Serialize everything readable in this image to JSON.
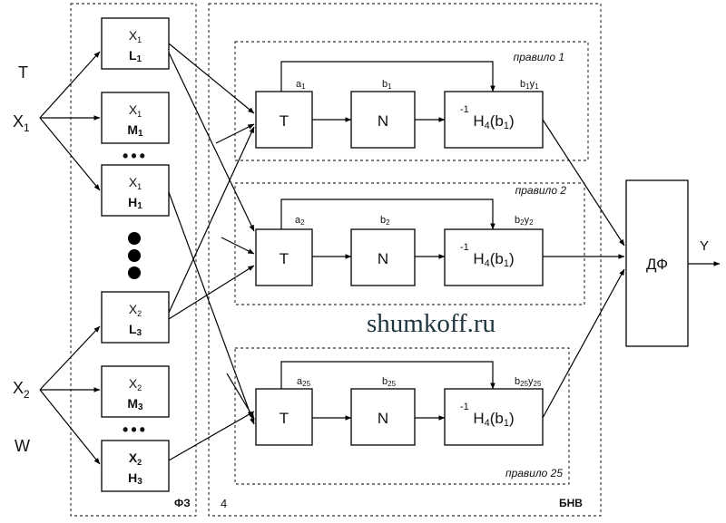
{
  "inputs": {
    "t_label": "T",
    "x1_main": "X",
    "x1_sub": "1",
    "x2_main": "X",
    "x2_sub": "2",
    "w_label": "W"
  },
  "fuzzifier": {
    "label": "ФЗ",
    "boxes": [
      {
        "var": "X",
        "var_sub": "1",
        "term": "L",
        "term_sub": "1"
      },
      {
        "var": "X",
        "var_sub": "1",
        "term": "M",
        "term_sub": "1"
      },
      {
        "var": "X",
        "var_sub": "1",
        "term": "H",
        "term_sub": "1"
      },
      {
        "var": "X",
        "var_sub": "2",
        "term": "L",
        "term_sub": "3"
      },
      {
        "var": "X",
        "var_sub": "2",
        "term": "M",
        "term_sub": "3"
      },
      {
        "var": "X",
        "var_sub": "2",
        "term": "H",
        "term_sub": "3"
      }
    ],
    "ellipsis": "•••"
  },
  "rule_block": {
    "label": "БНВ",
    "corner_number": "4",
    "t_label": "T",
    "n_label": "N",
    "h_main": "H",
    "h_sub": "4",
    "h_sup": "-1",
    "h_arg": "(b",
    "h_arg_sub": "1",
    "h_arg_close": ")",
    "rules": [
      {
        "name": "правило 1",
        "a": "a",
        "a_sub": "1",
        "b": "b",
        "b_sub": "1",
        "by_b": "b",
        "by_b_sub": "1",
        "by_y": "y",
        "by_y_sub": "1"
      },
      {
        "name": "правило 2",
        "a": "a",
        "a_sub": "2",
        "b": "b",
        "b_sub": "2",
        "by_b": "b",
        "by_b_sub": "2",
        "by_y": "y",
        "by_y_sub": "2"
      },
      {
        "name": "правило 25",
        "a": "a",
        "a_sub": "25",
        "b": "b",
        "b_sub": "25",
        "by_b": "b",
        "by_b_sub": "25",
        "by_y": "y",
        "by_y_sub": "25"
      }
    ]
  },
  "defuzzifier": {
    "label": "ДФ"
  },
  "output": {
    "label": "Y"
  },
  "watermark": "shumkoff.ru"
}
